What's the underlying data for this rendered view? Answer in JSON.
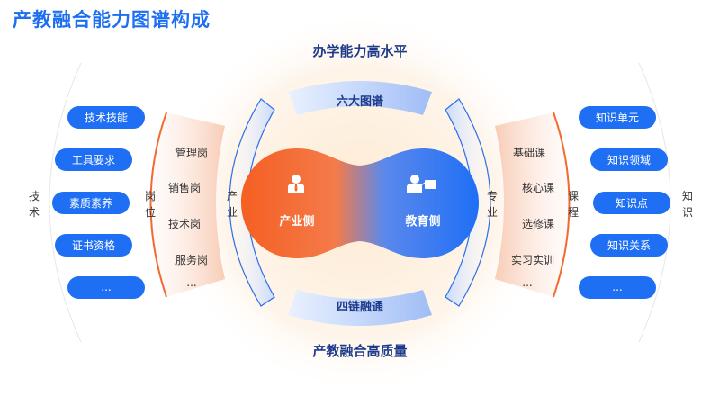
{
  "title": "产教融合能力图谱构成",
  "top_label": "办学能力高水平",
  "bottom_label": "产教融合高质量",
  "top_ribbon": "六大图谱",
  "bottom_ribbon": "四链融通",
  "industry_side": "产业侧",
  "education_side": "教育侧",
  "left_outer_label": [
    "技",
    "术"
  ],
  "right_outer_label": [
    "知",
    "识"
  ],
  "left_skills": [
    "技术技能",
    "工具要求",
    "素质素养",
    "证书资格",
    "..."
  ],
  "right_knowledge": [
    "知识单元",
    "知识领域",
    "知识点",
    "知识关系",
    "..."
  ],
  "positions_label": [
    "岗",
    "位"
  ],
  "positions": [
    "管理岗",
    "销售岗",
    "技术岗",
    "服务岗",
    "..."
  ],
  "courses_label": [
    "课",
    "程"
  ],
  "courses": [
    "基础课",
    "核心课",
    "选修课",
    "实习实训",
    "..."
  ],
  "industry_arc": [
    "产",
    "业"
  ],
  "major_arc": [
    "专",
    "业"
  ],
  "colors": {
    "blue": "#1f6ff5",
    "orange": "#f56a2c",
    "title_blue": "#1d6ff2"
  }
}
